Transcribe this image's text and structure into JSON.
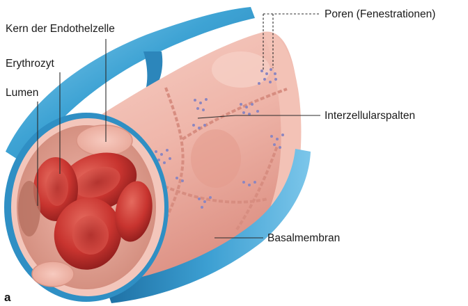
{
  "figure": {
    "panel_label": "a",
    "labels": {
      "nucleus": "Kern der Endothelzelle",
      "erythrocyte": "Erythrozyt",
      "lumen": "Lumen",
      "pores": "Poren (Fenestrationen)",
      "clefts": "Interzellularspalten",
      "basement": "Basalmembran"
    }
  },
  "colors": {
    "basement_membrane": "#3ea3d4",
    "endothelium": "#efb6aa",
    "erythrocyte": "#c8342f",
    "pores": "#8c86c0"
  }
}
